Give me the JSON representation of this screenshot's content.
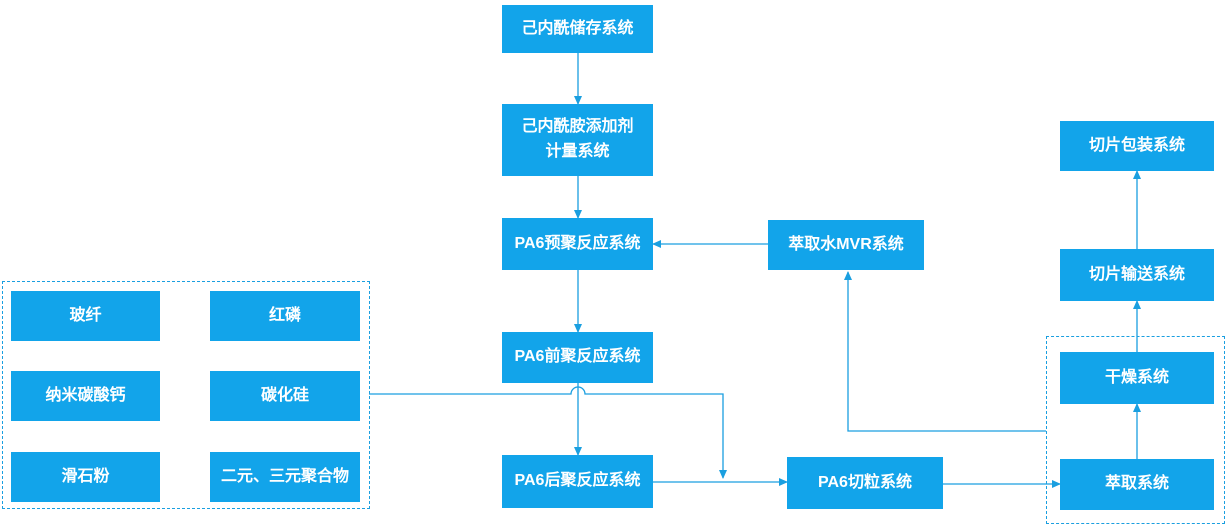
{
  "colors": {
    "node_fill": "#12a4ea",
    "line": "#1a9fe0",
    "node_text": "#ffffff"
  },
  "nodes": {
    "caprolactam_storage": "己内酰储存系统",
    "caprolactam_dosing": "己内酰胺添加剂计量系统",
    "pa6_prepoly": "PA6预聚反应系统",
    "pa6_front_poly": "PA6前聚反应系统",
    "pa6_post_poly": "PA6后聚反应系统",
    "pa6_pelletizing": "PA6切粒系统",
    "extraction": "萃取系统",
    "drying": "干燥系统",
    "chip_conveying": "切片输送系统",
    "chip_packaging": "切片包装系统",
    "mvr": "萃取水MVR系统"
  },
  "additives": {
    "glass_fiber": "玻纤",
    "red_phosphorus": "红磷",
    "nano_caco3": "纳米碳酸钙",
    "silicon_carbide": "碳化硅",
    "talc": "滑石粉",
    "copolymer": "二元、三元聚合物"
  }
}
